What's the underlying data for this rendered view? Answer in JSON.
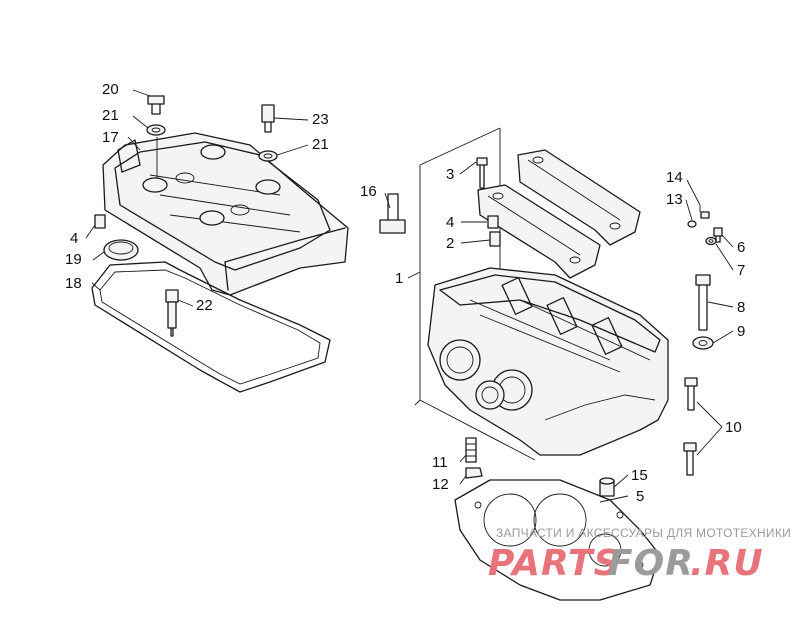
{
  "callouts": {
    "c1": "1",
    "c2": "2",
    "c3": "3",
    "c4a": "4",
    "c4b": "4",
    "c5": "5",
    "c6": "6",
    "c7": "7",
    "c8": "8",
    "c9": "9",
    "c10": "10",
    "c11": "11",
    "c12": "12",
    "c13": "13",
    "c14": "14",
    "c15": "15",
    "c16": "16",
    "c17": "17",
    "c18": "18",
    "c19": "19",
    "c20": "20",
    "c21a": "21",
    "c21b": "21",
    "c22": "22",
    "c23": "23"
  },
  "watermark": {
    "tagline": "ЗАПЧАСТИ И АКСЕССУАРЫ ДЛЯ МОТОТЕХНИКИ",
    "brand_part1": "PARTS",
    "brand_part2": "FOR",
    "brand_part3": ".RU",
    "color_red": "#e8737a",
    "color_grey": "#9b9b9b"
  }
}
